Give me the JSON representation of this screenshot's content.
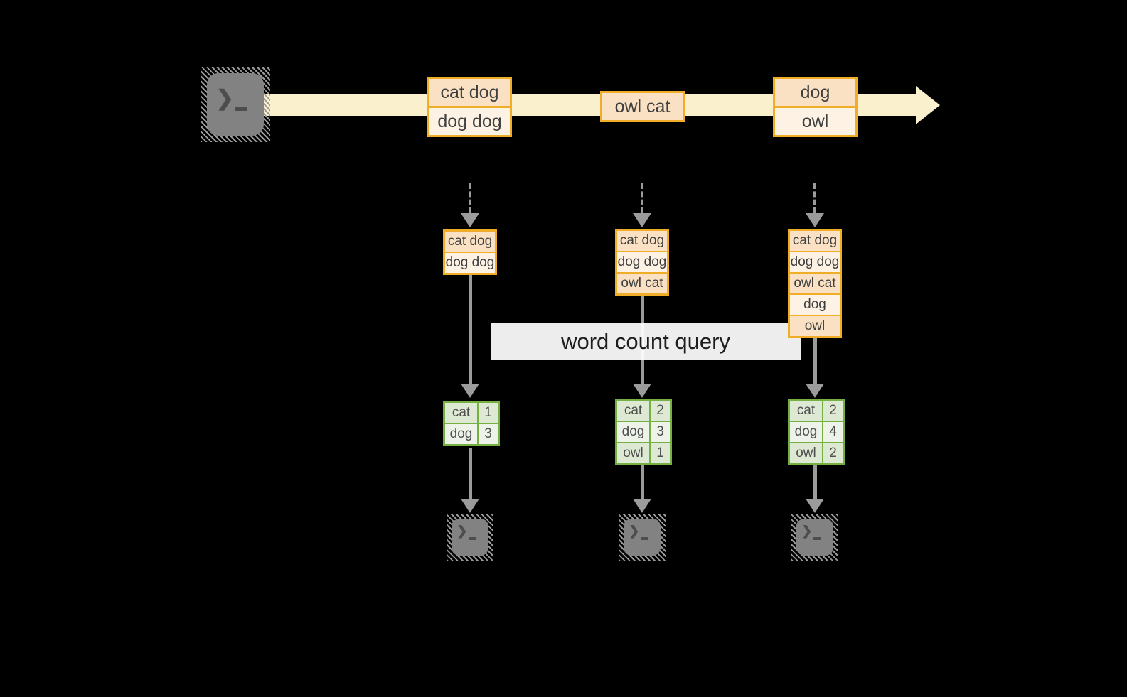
{
  "diagram": {
    "query_label": "word count query"
  },
  "icons": {
    "prompt_chevron": "❯",
    "terminal": "terminal-icon",
    "stream_arrow": "right-arrow"
  },
  "colors": {
    "background": "#000000",
    "stream_arrow": "#FBF0CE",
    "event_border": "#F0AD27",
    "event_cell_dark": "#FAE1C4",
    "event_cell_light": "#FDF2E4",
    "table_border": "#76B043",
    "table_row_dark": "#DEE9D3",
    "table_row_light": "#EEF3E9",
    "connector_gray": "#9B9B9B",
    "terminal_gray": "#828282"
  },
  "stream": {
    "events": [
      {
        "cells": [
          "cat dog",
          "dog dog"
        ]
      },
      {
        "cells": [
          "owl cat"
        ]
      },
      {
        "cells": [
          "dog",
          "owl"
        ]
      }
    ]
  },
  "columns": [
    {
      "state": [
        "cat dog",
        "dog dog"
      ],
      "counts": [
        {
          "word": "cat",
          "count": "1"
        },
        {
          "word": "dog",
          "count": "3"
        }
      ]
    },
    {
      "state": [
        "cat dog",
        "dog dog",
        "owl cat"
      ],
      "counts": [
        {
          "word": "cat",
          "count": "2"
        },
        {
          "word": "dog",
          "count": "3"
        },
        {
          "word": "owl",
          "count": "1"
        }
      ]
    },
    {
      "state": [
        "cat dog",
        "dog dog",
        "owl cat",
        "dog",
        "owl"
      ],
      "counts": [
        {
          "word": "cat",
          "count": "2"
        },
        {
          "word": "dog",
          "count": "4"
        },
        {
          "word": "owl",
          "count": "2"
        }
      ]
    }
  ]
}
